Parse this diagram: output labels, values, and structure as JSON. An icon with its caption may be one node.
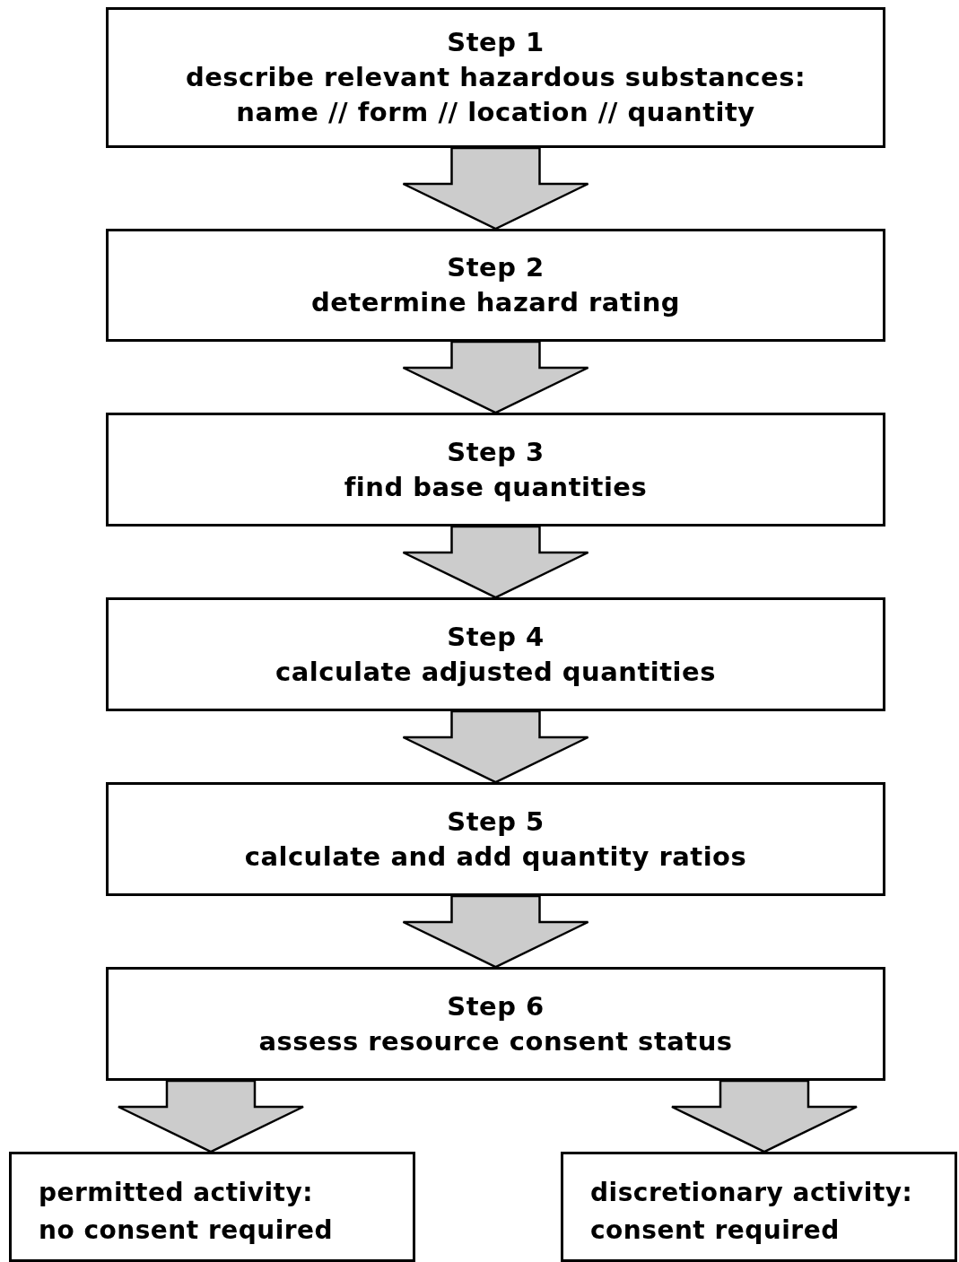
{
  "diagram": {
    "nodes": [
      {
        "text": [
          "Step 1",
          "describe relevant hazardous substances:",
          "name // form // location // quantity"
        ]
      },
      {
        "text": [
          "Step 2",
          "determine hazard rating"
        ]
      },
      {
        "text": [
          "Step 3",
          "find base quantities"
        ]
      },
      {
        "text": [
          "Step 4",
          "calculate adjusted quantities"
        ]
      },
      {
        "text": [
          "Step 5",
          "calculate and add quantity ratios"
        ]
      },
      {
        "text": [
          "Step 6",
          "assess resource consent status"
        ]
      },
      {
        "text": [
          "permitted activity:",
          "no consent required"
        ]
      },
      {
        "text": [
          "discretionary activity:",
          "consent required"
        ]
      }
    ],
    "edges": [
      {
        "from": 0,
        "to": 1,
        "arrow": "to"
      },
      {
        "from": 1,
        "to": 2,
        "arrow": "to"
      },
      {
        "from": 2,
        "to": 3,
        "arrow": "to"
      },
      {
        "from": 3,
        "to": 4,
        "arrow": "to"
      },
      {
        "from": 4,
        "to": 5,
        "arrow": "to"
      },
      {
        "from": 5,
        "to": 6,
        "arrow": "to"
      },
      {
        "from": 5,
        "to": 7,
        "arrow": "to"
      }
    ]
  }
}
